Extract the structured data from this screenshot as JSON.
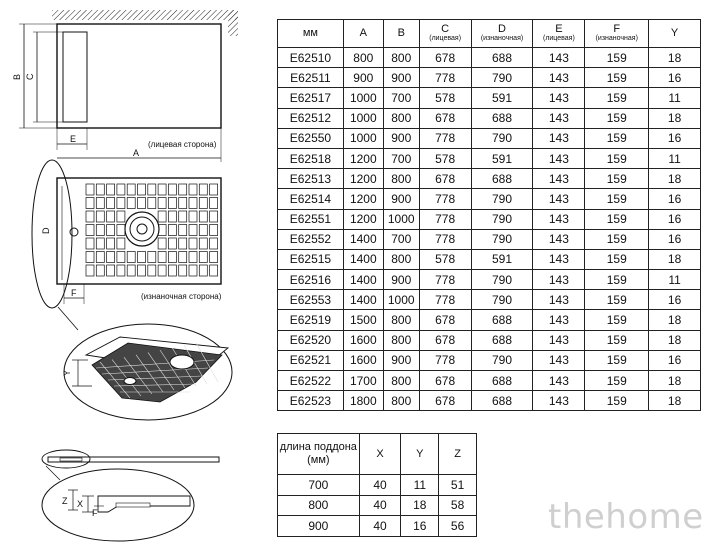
{
  "drawing": {
    "top_view_label": "(лицевая сторона)",
    "bottom_view_label": "(изнаночная сторона)",
    "dim_a": "A",
    "dim_b": "B",
    "dim_c": "C",
    "dim_d": "D",
    "dim_e": "E",
    "dim_f": "F",
    "dim_f2": "F",
    "dim_y": "Y",
    "dim_x": "X",
    "dim_z": "Z"
  },
  "spec_table": {
    "headers": [
      {
        "label": "мм",
        "sub": ""
      },
      {
        "label": "A",
        "sub": ""
      },
      {
        "label": "B",
        "sub": ""
      },
      {
        "label": "C",
        "sub": "(лицевая)"
      },
      {
        "label": "D",
        "sub": "(изнаночная)"
      },
      {
        "label": "E",
        "sub": "(лицевая)"
      },
      {
        "label": "F",
        "sub": "(изнаночная)"
      },
      {
        "label": "Y",
        "sub": ""
      }
    ],
    "rows": [
      [
        "E62510",
        "800",
        "800",
        "678",
        "688",
        "143",
        "159",
        "18"
      ],
      [
        "E62511",
        "900",
        "900",
        "778",
        "790",
        "143",
        "159",
        "16"
      ],
      [
        "E62517",
        "1000",
        "700",
        "578",
        "591",
        "143",
        "159",
        "11"
      ],
      [
        "E62512",
        "1000",
        "800",
        "678",
        "688",
        "143",
        "159",
        "18"
      ],
      [
        "E62550",
        "1000",
        "900",
        "778",
        "790",
        "143",
        "159",
        "16"
      ],
      [
        "E62518",
        "1200",
        "700",
        "578",
        "591",
        "143",
        "159",
        "11"
      ],
      [
        "E62513",
        "1200",
        "800",
        "678",
        "688",
        "143",
        "159",
        "18"
      ],
      [
        "E62514",
        "1200",
        "900",
        "778",
        "790",
        "143",
        "159",
        "16"
      ],
      [
        "E62551",
        "1200",
        "1000",
        "778",
        "790",
        "143",
        "159",
        "16"
      ],
      [
        "E62552",
        "1400",
        "700",
        "778",
        "790",
        "143",
        "159",
        "16"
      ],
      [
        "E62515",
        "1400",
        "800",
        "578",
        "591",
        "143",
        "159",
        "18"
      ],
      [
        "E62516",
        "1400",
        "900",
        "778",
        "790",
        "143",
        "159",
        "11"
      ],
      [
        "E62553",
        "1400",
        "1000",
        "778",
        "790",
        "143",
        "159",
        "16"
      ],
      [
        "E62519",
        "1500",
        "800",
        "678",
        "688",
        "143",
        "159",
        "18"
      ],
      [
        "E62520",
        "1600",
        "800",
        "678",
        "688",
        "143",
        "159",
        "18"
      ],
      [
        "E62521",
        "1600",
        "900",
        "778",
        "790",
        "143",
        "159",
        "16"
      ],
      [
        "E62522",
        "1700",
        "800",
        "678",
        "688",
        "143",
        "159",
        "18"
      ],
      [
        "E62523",
        "1800",
        "800",
        "678",
        "688",
        "143",
        "159",
        "18"
      ]
    ]
  },
  "depth_table": {
    "headers": [
      "длина поддона (мм)",
      "X",
      "Y",
      "Z"
    ],
    "rows": [
      [
        "700",
        "40",
        "11",
        "51"
      ],
      [
        "800",
        "40",
        "18",
        "58"
      ],
      [
        "900",
        "40",
        "16",
        "56"
      ]
    ]
  },
  "watermark": "thehome"
}
